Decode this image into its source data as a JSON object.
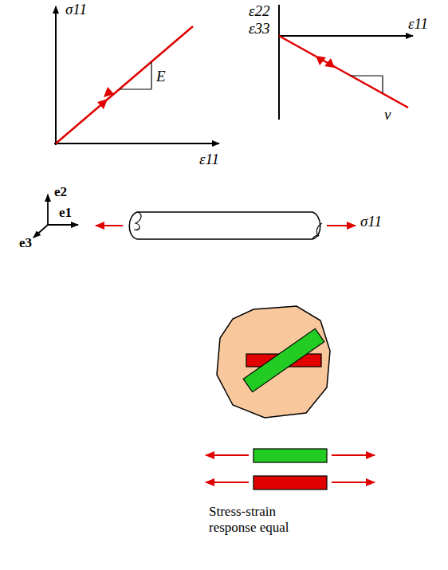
{
  "diagram": {
    "labels": [
      "σ11",
      "ε22",
      "ε33",
      "ε11",
      "E",
      "ν",
      "ε11",
      "e2",
      "e1",
      "e3",
      "σ11",
      "Stress-strain response equal"
    ]
  }
}
